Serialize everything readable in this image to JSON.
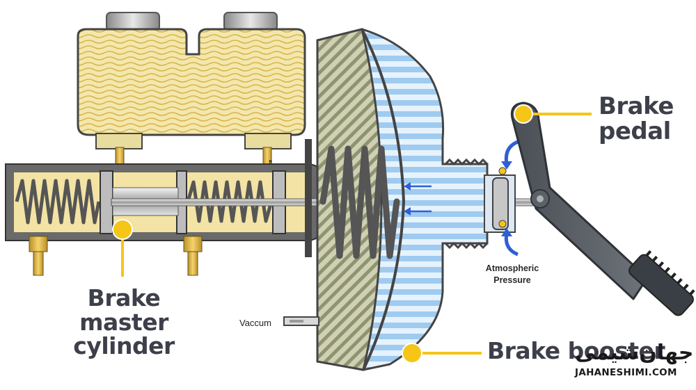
{
  "labels": {
    "brake_pedal_line1": "Brake",
    "brake_pedal_line2": "pedal",
    "master_cylinder_line1": "Brake master",
    "master_cylinder_line2": "cylinder",
    "brake_booster": "Brake booster",
    "vaccum": "Vaccum",
    "atmospheric_line1": "Atmospheric",
    "atmospheric_line2": "Pressure"
  },
  "logo": {
    "arabic": "جهان‌شیمی",
    "latin": "JAHANESHIMI.COM"
  },
  "colors": {
    "callout_dot": "#f5c518",
    "arrow_blue": "#2f5fd6",
    "reservoir": "#f1e4a8",
    "cylinder_body": "#6e6e6e",
    "booster_fluid": "#b9dbf5"
  }
}
